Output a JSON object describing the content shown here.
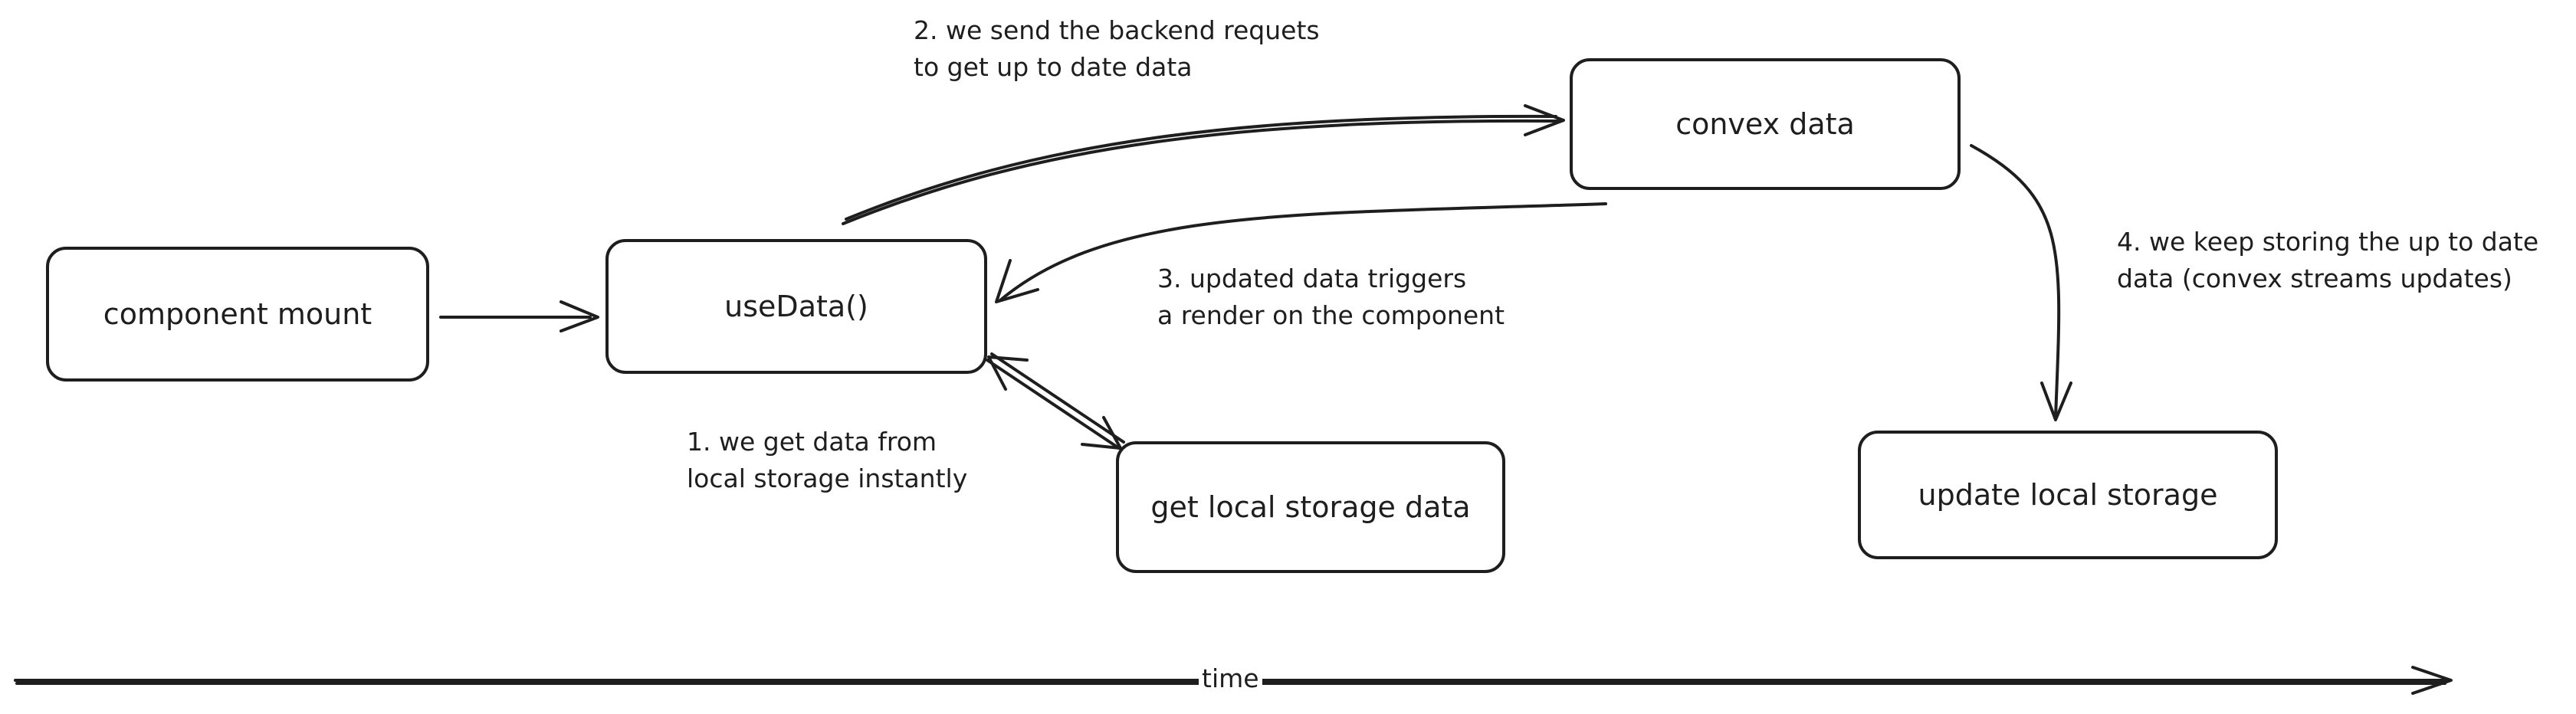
{
  "boxes": {
    "component_mount": "component mount",
    "use_data": "useData()",
    "convex_data": "convex data",
    "get_local_storage": "get local storage data",
    "update_local_storage": "update local storage"
  },
  "notes": {
    "step1": [
      "1. we get data from",
      "local storage instantly"
    ],
    "step2": [
      "2. we send the backend requets",
      "to get up to date data"
    ],
    "step3": [
      "3. updated data triggers",
      "a render on the component"
    ],
    "step4": [
      "4. we keep storing the up to date",
      "data (convex streams updates)"
    ]
  },
  "timeline": {
    "label": "time"
  },
  "colors": {
    "stroke": "#1e1e1e",
    "background": "#ffffff"
  }
}
